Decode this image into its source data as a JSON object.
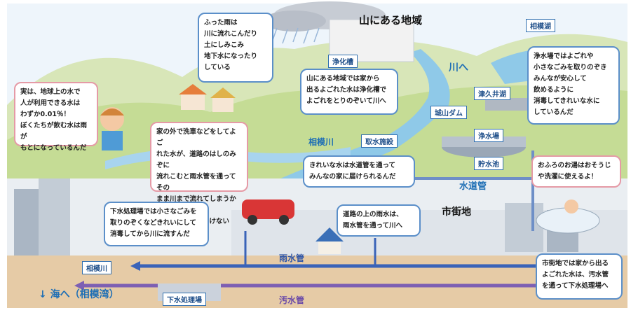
{
  "title": "山にある地域",
  "colors": {
    "sky": "#eaf3fb",
    "hill": "#c9dc9a",
    "river": "#8fc9e8",
    "rain_pipe": "#3a63b8",
    "sewage_pipe": "#7d5fb3",
    "underground": "#d9b48a"
  },
  "places": {
    "sagamiko": "相模湖",
    "kawa_he": "川へ",
    "tsukui_ko": "津久井湖",
    "shiroyama_dam": "城山ダム",
    "jouka_sou": "浄化槽",
    "shusui_shisetsu": "取水施設",
    "sagamigawa_top": "相模川",
    "jousui_jou": "浄水場",
    "chosui_chi": "貯水池",
    "suidou_kan": "水道管",
    "shigaichi": "市街地",
    "usui_kan": "雨水管",
    "osui_kan": "汚水管",
    "sagamigawa_bottom": "相模川",
    "gesui_shorijou": "下水処理場",
    "umi_he": "↓ 海へ（相模湾）"
  },
  "bubbles": {
    "rain": [
      "ふった雨は",
      "川に流れこんだり",
      "土にしみこみ",
      "地下水になったり",
      "している"
    ],
    "earth": [
      "実は、地球上の水で",
      "人が利用できる水は",
      "わずか0.01％！",
      "ぼくたちが飲む水は雨が",
      "もとになっているんだ"
    ],
    "mountain": [
      "山にある地域では家から",
      "出るよごれた水は浄化槽で",
      "よごれをとりのぞいて川へ"
    ],
    "filter": [
      "浄水場ではよごれや",
      "小さなごみを取りのぞき",
      "みんなが安心して",
      "飲めるように",
      "消毒してきれいな水に",
      "しているんだ"
    ],
    "carwash": [
      "家の外で洗車などをしてよご",
      "れた水が、道路のはしのみぞに",
      "流れこむと雨水管を通ってその",
      "まま川まで流れてしまうから気",
      "をつけなくてはいけないね！"
    ],
    "tapwater": [
      "きれいな水は水道管を通って",
      "みんなの家に届けられるんだ"
    ],
    "bath": [
      "おふろのお湯はおそうじ",
      "や洗濯に使えるよ！"
    ],
    "road": [
      "道路の上の雨水は、",
      "雨水管を通って川へ"
    ],
    "sewage_plant": [
      "下水処理場では小さなごみを",
      "取りのぞくなどきれいにして",
      "消毒してから川に流すんだ"
    ],
    "city": [
      "市街地では家から出る",
      "よごれた水は、汚水管",
      "を通って下水処理場へ"
    ]
  }
}
